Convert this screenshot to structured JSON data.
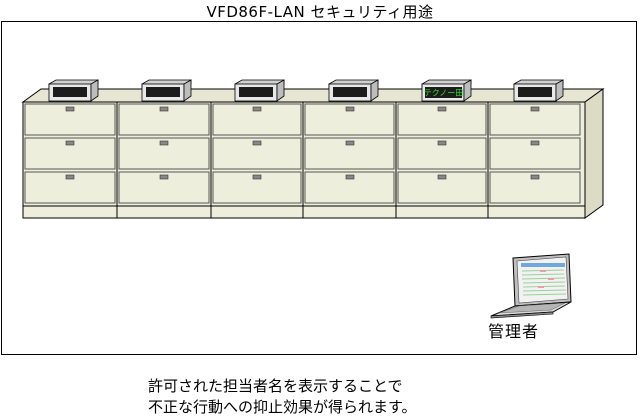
{
  "title": "VFD86F-LAN セキュリティ用途",
  "display_message": "テクノー田",
  "admin_label": "管理者",
  "caption_lines": [
    "許可された担当者名を表示することで",
    "不正な行動への抑止効果が得られます。"
  ],
  "colors": {
    "cabinet_body": "#eeeedc",
    "cabinet_side": "#dcdcc6",
    "display_screen": "#1c1c1c",
    "display_text": "#33dd33",
    "laptop_screen": "#f2f2f2",
    "frame_border": "#000000"
  },
  "cabinet_count": 6,
  "drawers_per_cabinet": 3,
  "active_display_index": 4
}
